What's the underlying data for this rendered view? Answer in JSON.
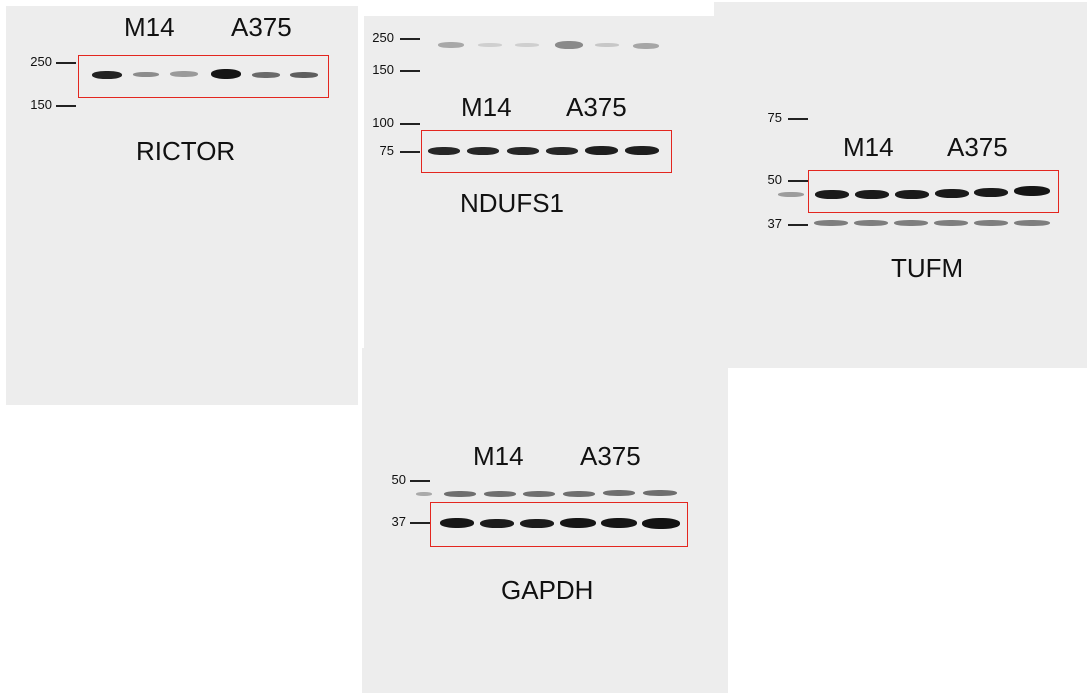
{
  "colors": {
    "background": "#ffffff",
    "membrane": "#ededed",
    "highlight_box": "#e3261f",
    "band": "#1a1a1a"
  },
  "panels": [
    {
      "id": "rictor",
      "protein": "RICTOR",
      "groups": [
        "M14",
        "A375"
      ],
      "markers": [
        "250",
        "150"
      ]
    },
    {
      "id": "ndufs1",
      "protein": "NDUFS1",
      "groups": [
        "M14",
        "A375"
      ],
      "markers": [
        "250",
        "150",
        "100",
        "75"
      ]
    },
    {
      "id": "tufm",
      "protein": "TUFM",
      "groups": [
        "M14",
        "A375"
      ],
      "markers": [
        "75",
        "50",
        "37"
      ]
    },
    {
      "id": "gapdh",
      "protein": "GAPDH",
      "groups": [
        "M14",
        "A375"
      ],
      "markers": [
        "50",
        "37"
      ]
    }
  ]
}
